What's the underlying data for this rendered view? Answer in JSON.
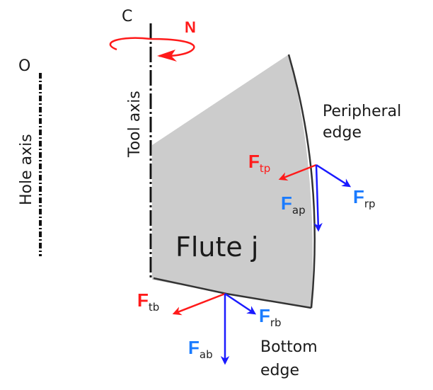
{
  "labels": {
    "hole_point": "O",
    "hole_axis": "Hole axis",
    "tool_point": "C",
    "tool_axis": "Tool axis",
    "rotation": "N",
    "flute": "Flute j",
    "peripheral_edge_1": "Peripheral",
    "peripheral_edge_2": "edge",
    "bottom_edge_1": "Bottom",
    "bottom_edge_2": "edge"
  },
  "forces": {
    "tp": {
      "main": "F",
      "sub": "tp"
    },
    "ap": {
      "main": "F",
      "sub": "ap"
    },
    "rp": {
      "main": "F",
      "sub": "rp"
    },
    "tb": {
      "main": "F",
      "sub": "tb"
    },
    "rb": {
      "main": "F",
      "sub": "rb"
    },
    "ab": {
      "main": "F",
      "sub": "ab"
    }
  },
  "colors": {
    "tangential": "#ff1a1a",
    "radial_axial": "#1a1aff",
    "flute_fill": "#cccccc",
    "outline": "#333333"
  }
}
